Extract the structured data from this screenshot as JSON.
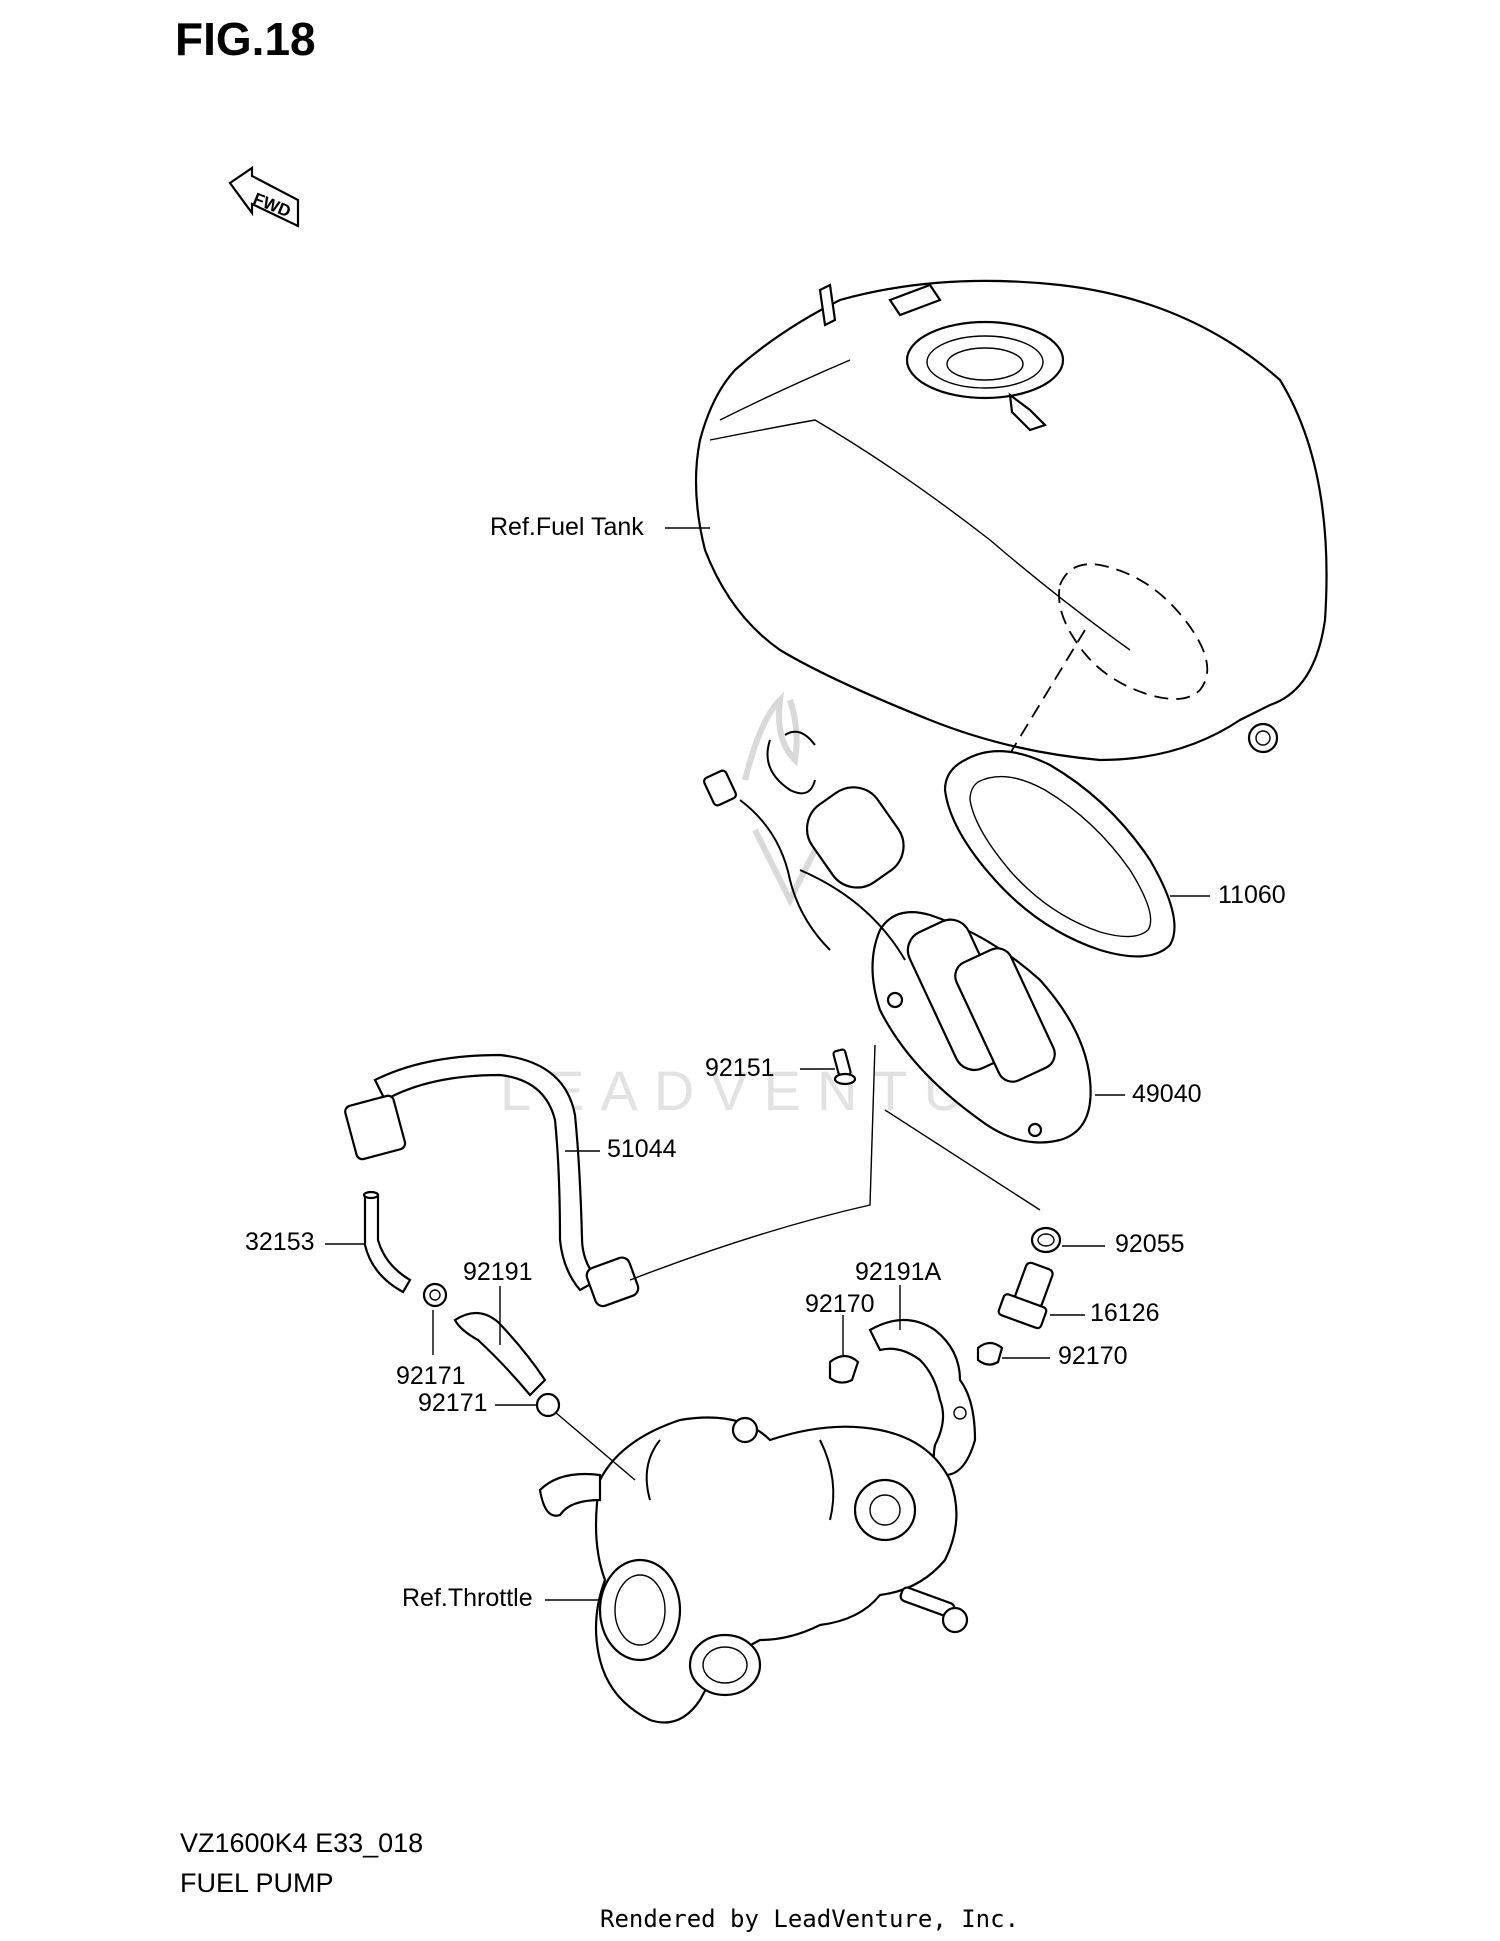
{
  "figure": {
    "title": "FIG.18"
  },
  "fwd_label": "FWD",
  "labels": {
    "fuel_tank": "Ref.Fuel Tank",
    "p11060": "11060",
    "p92151": "92151",
    "p49040": "49040",
    "p51044": "51044",
    "p32153": "32153",
    "p92191": "92191",
    "p92055": "92055",
    "p92191a": "92191A",
    "p92170a": "92170",
    "p16126": "16126",
    "p92170b": "92170",
    "p92171a": "92171",
    "p92171b": "92171",
    "throttle": "Ref.Throttle"
  },
  "footer": {
    "model": "VZ1600K4 E33_018",
    "section": "FUEL PUMP",
    "credit": "Rendered by LeadVenture, Inc."
  },
  "watermark": "LEADVENTURE"
}
